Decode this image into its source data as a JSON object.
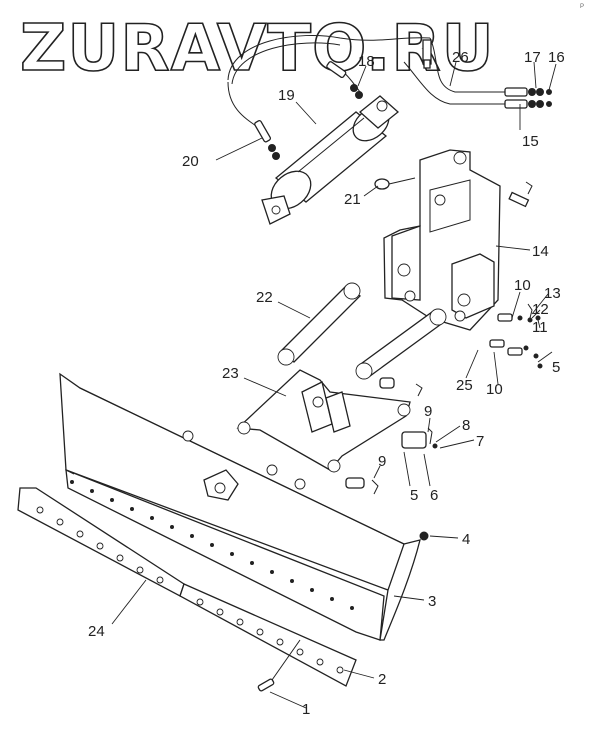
{
  "watermark": "ZURAVTO.RU",
  "corner_mark": "P",
  "labels": {
    "p1": "1",
    "p2": "2",
    "p3": "3",
    "p4": "4",
    "p5a": "5",
    "p5b": "5",
    "p6": "6",
    "p7": "7",
    "p8": "8",
    "p9a": "9",
    "p9b": "9",
    "p10a": "10",
    "p10b": "10",
    "p11": "11",
    "p12": "12",
    "p13": "13",
    "p14": "14",
    "p15": "15",
    "p16": "16",
    "p17": "17",
    "p18": "18",
    "p19": "19",
    "p20": "20",
    "p21": "21",
    "p22": "22",
    "p23": "23",
    "p24": "24",
    "p25": "25",
    "p26": "26"
  }
}
